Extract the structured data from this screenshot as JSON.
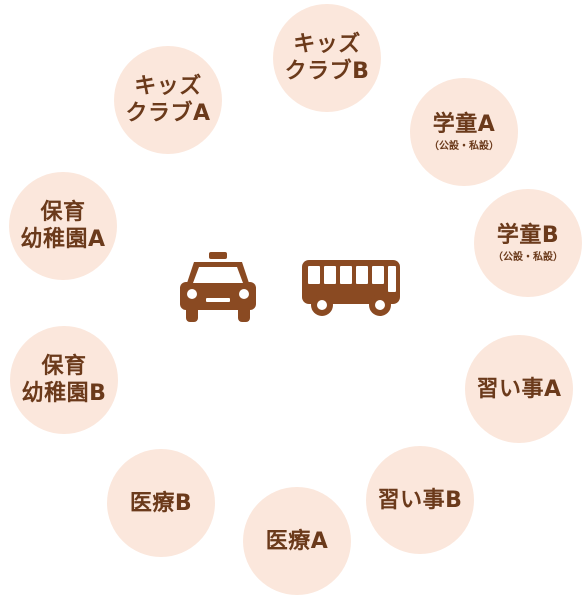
{
  "colors": {
    "circle_fill": "#fbe7dc",
    "text": "#6b3a1b",
    "vehicle": "#8a4a22"
  },
  "center": {
    "icons": [
      "taxi-icon",
      "bus-icon"
    ]
  },
  "nodes": [
    {
      "id": "kids-club-b",
      "lines": [
        "キッズ",
        "クラブB"
      ],
      "sub": ""
    },
    {
      "id": "gakudo-a",
      "lines": [
        "学童A"
      ],
      "sub": "（公設・私設）"
    },
    {
      "id": "gakudo-b",
      "lines": [
        "学童B"
      ],
      "sub": "（公設・私設）"
    },
    {
      "id": "naraigoto-a",
      "lines": [
        "習い事A"
      ],
      "sub": ""
    },
    {
      "id": "naraigoto-b",
      "lines": [
        "習い事B"
      ],
      "sub": ""
    },
    {
      "id": "iryo-a",
      "lines": [
        "医療A"
      ],
      "sub": ""
    },
    {
      "id": "iryo-b",
      "lines": [
        "医療B"
      ],
      "sub": ""
    },
    {
      "id": "hoiku-b",
      "lines": [
        "保育",
        "幼稚園B"
      ],
      "sub": ""
    },
    {
      "id": "hoiku-a",
      "lines": [
        "保育",
        "幼稚園A"
      ],
      "sub": ""
    },
    {
      "id": "kids-club-a",
      "lines": [
        "キッズ",
        "クラブA"
      ],
      "sub": ""
    }
  ]
}
